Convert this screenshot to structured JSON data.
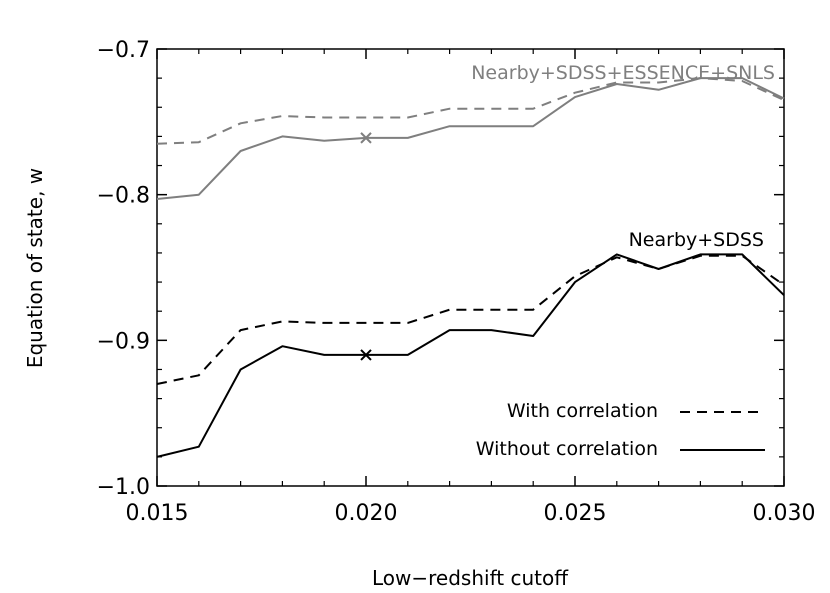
{
  "chart_data": {
    "type": "line",
    "title": "",
    "xlabel": "Low−redshift cutoff",
    "ylabel": "Equation of state, w",
    "xlim": [
      0.015,
      0.03
    ],
    "ylim": [
      -1.0,
      -0.7
    ],
    "x_ticks": [
      "0.015",
      "0.020",
      "0.025",
      "0.030"
    ],
    "y_ticks": [
      "−1.0",
      "−0.9",
      "−0.8",
      "−0.7"
    ],
    "x_tick_values": [
      0.015,
      0.02,
      0.025,
      0.03
    ],
    "y_tick_values": [
      -1.0,
      -0.9,
      -0.8,
      -0.7
    ],
    "grid": false,
    "annotations": {
      "group_gray": "Nearby+SDSS+ESSENCE+SNLS",
      "group_black": "Nearby+SDSS"
    },
    "legend": {
      "placement": "bottom-right",
      "entries": [
        {
          "label": "With correlation",
          "style": "dashed"
        },
        {
          "label": "Without correlation",
          "style": "solid"
        }
      ]
    },
    "x": [
      0.015,
      0.016,
      0.017,
      0.018,
      0.019,
      0.02,
      0.021,
      0.022,
      0.023,
      0.024,
      0.025,
      0.026,
      0.027,
      0.028,
      0.029,
      0.03
    ],
    "series": [
      {
        "group": "gray",
        "style": "dashed",
        "color": "#7f7f7f",
        "values": [
          -0.765,
          -0.764,
          -0.751,
          -0.746,
          -0.747,
          -0.747,
          -0.747,
          -0.741,
          -0.741,
          -0.741,
          -0.73,
          -0.723,
          -0.723,
          -0.72,
          -0.722,
          -0.735
        ]
      },
      {
        "group": "gray",
        "style": "solid",
        "color": "#7f7f7f",
        "values": [
          -0.803,
          -0.8,
          -0.77,
          -0.76,
          -0.763,
          -0.761,
          -0.761,
          -0.753,
          -0.753,
          -0.753,
          -0.733,
          -0.724,
          -0.728,
          -0.72,
          -0.72,
          -0.734
        ]
      },
      {
        "group": "black",
        "style": "dashed",
        "color": "#000000",
        "values": [
          -0.93,
          -0.924,
          -0.893,
          -0.887,
          -0.888,
          -0.888,
          -0.888,
          -0.879,
          -0.879,
          -0.879,
          -0.856,
          -0.843,
          -0.851,
          -0.842,
          -0.842,
          -0.862
        ]
      },
      {
        "group": "black",
        "style": "solid",
        "color": "#000000",
        "values": [
          -0.98,
          -0.973,
          -0.92,
          -0.904,
          -0.91,
          -0.91,
          -0.91,
          -0.893,
          -0.893,
          -0.897,
          -0.86,
          -0.841,
          -0.851,
          -0.841,
          -0.841,
          -0.869
        ]
      }
    ],
    "markers": [
      {
        "x": 0.02,
        "y": -0.761,
        "symbol": "x",
        "color": "#7f7f7f"
      },
      {
        "x": 0.02,
        "y": -0.91,
        "symbol": "x",
        "color": "#000000"
      }
    ]
  }
}
